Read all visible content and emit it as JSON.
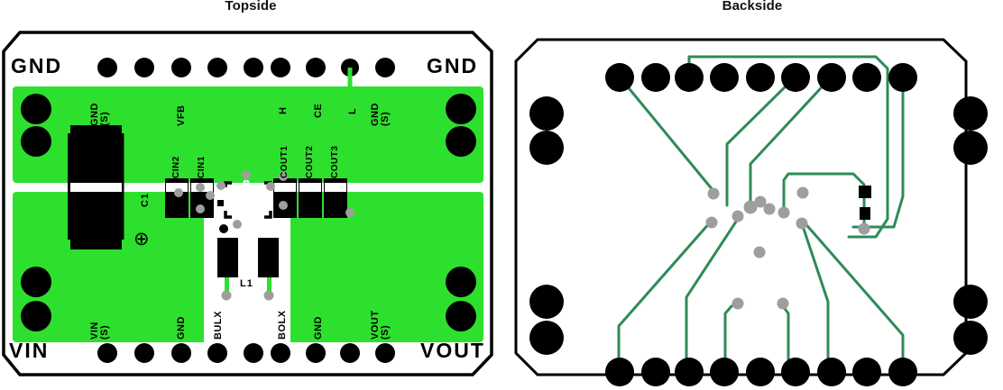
{
  "panels": {
    "left": {
      "title": "Topside"
    },
    "right": {
      "title": "Backside"
    }
  },
  "topside": {
    "edge_labels": {
      "top_left": "GND",
      "top_right": "GND",
      "bottom_left": "VIN",
      "bottom_right": "VOUT"
    },
    "top_pin_labels": [
      "GND\n(S)",
      "VFB",
      "",
      "",
      "H",
      "CE",
      "L",
      "GND\n(S)",
      ""
    ],
    "bottom_pin_labels": [
      "VIN\n(S)",
      "",
      "GND",
      "BULX",
      "",
      "BOLX",
      "GND",
      "VOUT\n(S)",
      ""
    ],
    "components": [
      {
        "ref": "C1",
        "type": "electrolytic-capacitor",
        "polarity_mark": "⊕"
      },
      {
        "ref": "CIN2",
        "type": "capacitor"
      },
      {
        "ref": "CIN1",
        "type": "capacitor"
      },
      {
        "ref": "COUT1",
        "type": "capacitor"
      },
      {
        "ref": "COUT2",
        "type": "capacitor"
      },
      {
        "ref": "COUT3",
        "type": "capacitor"
      },
      {
        "ref": "L1",
        "type": "inductor"
      }
    ],
    "colors": {
      "copper": "#2ee02e",
      "pad": "#000000",
      "via": "#9e9e9e",
      "board_outline": "#000000",
      "substrate": "#ffffff"
    }
  },
  "backside": {
    "colors": {
      "trace": "#2e8b57",
      "pad": "#000000",
      "via": "#9e9e9e",
      "board_outline": "#000000",
      "substrate": "#ffffff"
    },
    "pad_rows": {
      "top_count": 9,
      "bottom_count": 9,
      "left_count": 4,
      "right_count": 4
    },
    "smd_pads": 2
  }
}
